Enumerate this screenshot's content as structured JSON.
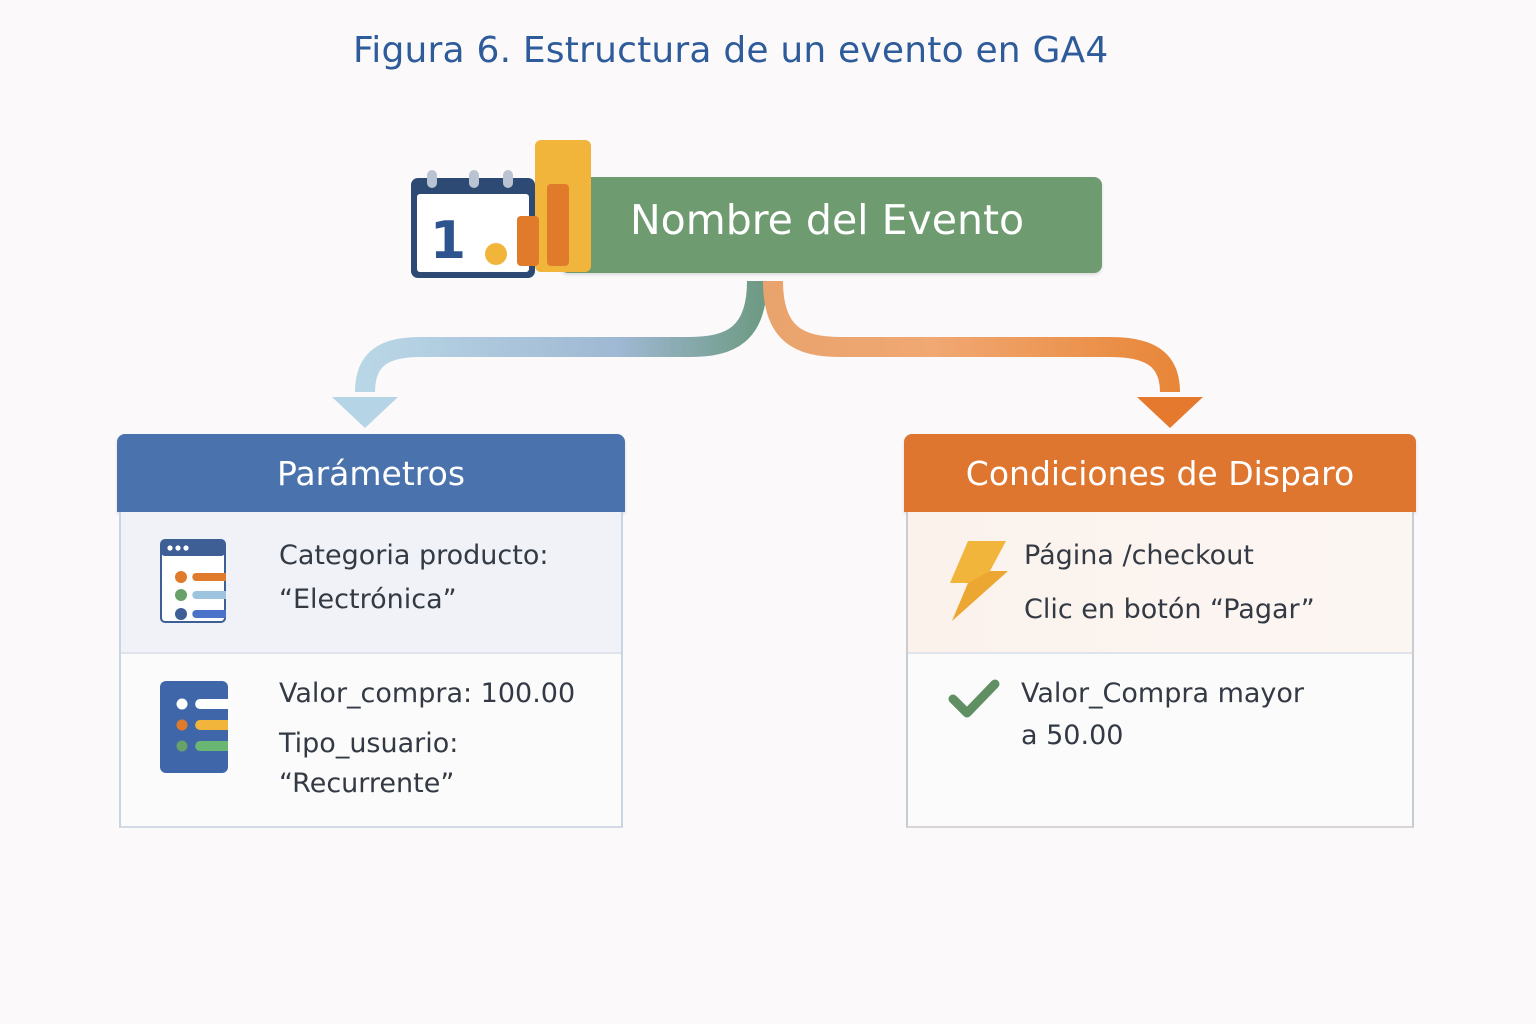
{
  "figure": {
    "title": "Figura 6. Estructura de un evento en GA4"
  },
  "event": {
    "name": "Nombre del Evento",
    "icon": "calendar-analytics-icon",
    "calendar_number": "1",
    "colors": {
      "bar": "#6e9b70",
      "chart": "#f2b53b",
      "chart_accent": "#e07b2c"
    }
  },
  "parameters": {
    "header": "Parámetros",
    "color": "#4a72ad",
    "items": [
      {
        "icon": "browser-list-icon",
        "lines": [
          "Categoria producto:",
          "“Electrónica”"
        ]
      },
      {
        "icon": "list-card-icon",
        "lines": [
          "Valor_compra: 100.00",
          "Tipo_usuario:",
          "“Recurrente”"
        ]
      }
    ]
  },
  "trigger_conditions": {
    "header": "Condiciones de Disparo",
    "color": "#df7630",
    "items": [
      {
        "icon": "lightning-bolt-icon",
        "lines": [
          "Página /checkout",
          "Clic en botón “Pagar”"
        ]
      },
      {
        "icon": "checkmark-icon",
        "lines": [
          "Valor_Compra mayor",
          "a 50.00"
        ]
      }
    ]
  }
}
